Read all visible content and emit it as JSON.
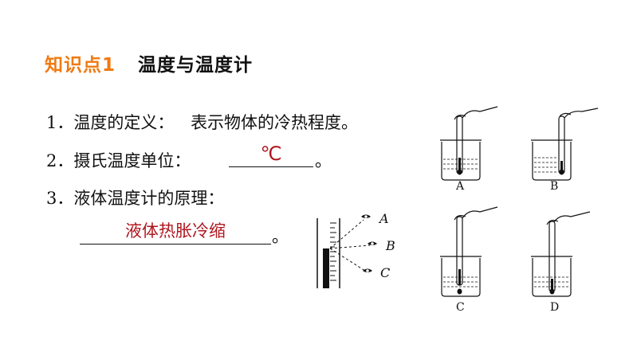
{
  "heading": {
    "tag": "知识点1",
    "title": "温度与温度计"
  },
  "items": [
    {
      "num": "1",
      "text": "温度的定义：",
      "answer": "表示物体的冷热程度。"
    },
    {
      "num": "2",
      "text": "摄氏温度单位：",
      "answer": "℃",
      "end": "。"
    },
    {
      "num": "3",
      "text": "液体温度计的原理：",
      "answer": "液体热胀冷缩",
      "end": "。"
    }
  ],
  "thermometer_reading": {
    "eye_labels": [
      "A",
      "B",
      "C"
    ]
  },
  "beakers": {
    "labels": [
      "A",
      "B",
      "C",
      "D"
    ]
  }
}
